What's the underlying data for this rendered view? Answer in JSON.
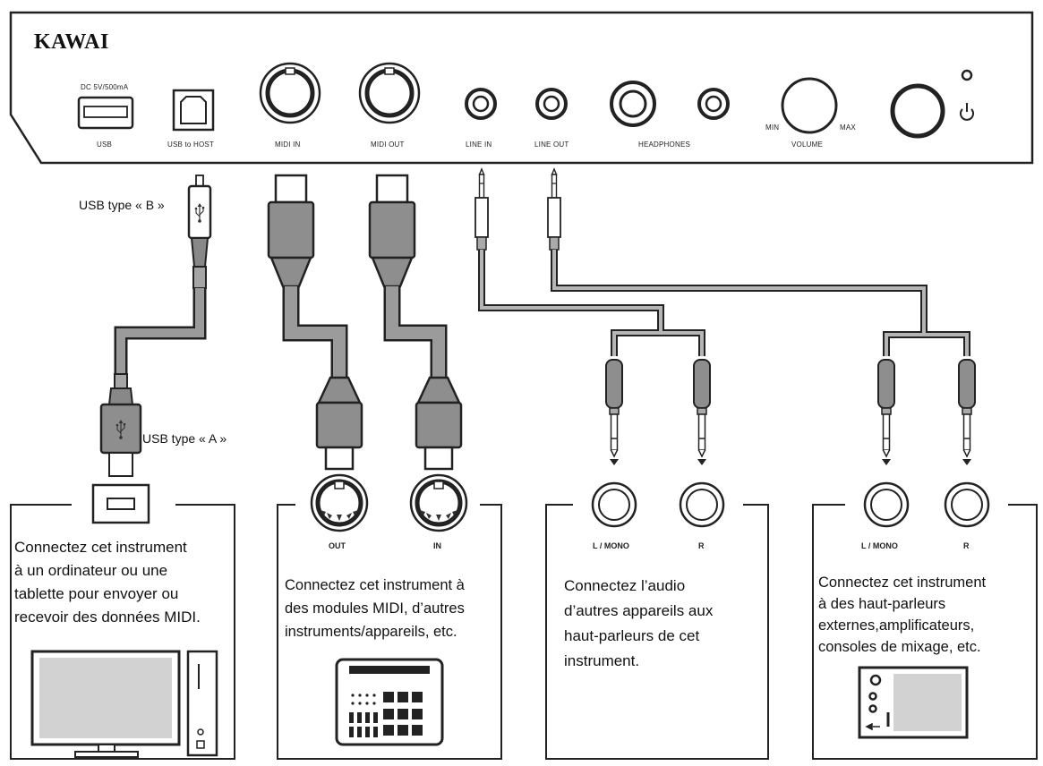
{
  "brand": "KAWAI",
  "panel": {
    "usb_spec": "DC 5V/500mA",
    "ports": {
      "usb": "USB",
      "usb_host": "USB to HOST",
      "midi_in": "MIDI IN",
      "midi_out": "MIDI OUT",
      "line_in": "LINE IN",
      "line_out": "LINE OUT",
      "headphones": "HEADPHONES",
      "volume": "VOLUME",
      "vol_min": "MIN",
      "vol_max": "MAX"
    }
  },
  "cables": {
    "usb_b": "USB type « B »",
    "usb_a": "USB type « A »"
  },
  "jacks": {
    "midi_out": "OUT",
    "midi_in": "IN",
    "line_in_l": "L / MONO",
    "line_in_r": "R",
    "line_out_l": "L / MONO",
    "line_out_r": "R"
  },
  "boxes": {
    "usb": "Connectez cet instrument\nà un ordinateur ou une\ntablette pour envoyer ou\nrecevoir des données MIDI.",
    "midi": "Connectez cet instrument à\ndes modules MIDI, d’autres\ninstruments/appareils, etc.",
    "line_in": "Connectez l’audio\nd’autres appareils aux\nhaut-parleurs de cet\ninstrument.",
    "line_out": "Connectez cet instrument\nà des haut-parleurs\nexternes,amplificateurs,\nconsoles de mixage, etc."
  },
  "icons": [
    "computer-icon",
    "midi-controller-icon",
    "mixer-icon",
    "usb-symbol-icon",
    "power-icon"
  ]
}
